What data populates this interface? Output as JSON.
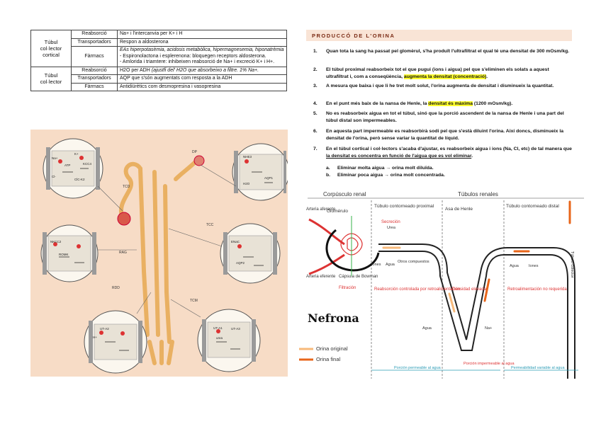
{
  "table": {
    "rows": [
      {
        "segment": "Túbul col·lector cortical",
        "section": "Reabsorció",
        "content": "Na+ i l'intercanvia per K+ i H"
      },
      {
        "section": "Transportadors",
        "content": "Respon a aldosterona"
      },
      {
        "section": "Fàrmacs",
        "content_italic": "EAs hiperpotasèmia, acidosis metabòlica, hipermagnesemia, hiponatrèmia",
        "content_2": "- Espironolactona i esplerenona: bloquegen receptors aldosterona.",
        "content_3": "- Amlorida i triamtere: inhibeixen reabsorció de Na+ i excreció K+ i H+."
      },
      {
        "segment": "Túbul col·lector",
        "section": "Reabsorció",
        "content": "H2O per ADH",
        "content_italic": "(ajustfi del' H2O que absorbeixo a filtre. 1% Na+."
      },
      {
        "section": "Transportadors",
        "content": "AQP que s'són augmentats com resposta a la ADH"
      },
      {
        "section": "Fàrmacs",
        "content": "Antidiürètics com desmopresina i vasopresina"
      }
    ]
  },
  "right": {
    "title": "PRODUCCÓ DE L'ORINA",
    "items": [
      {
        "n": "1.",
        "text": "Quan tota la sang ha passat pel glomèrul, s'ha produït l'ultrafiltrat el qual té una densitat de 300 mOsm/kg."
      },
      {
        "n": "2.",
        "text_a": "El túbul proximal reabsorbeix tot el que pugui (ions i aigua) pel que s'eliminen els solats a aquest ultrafiltrat i, com a conseqüència, ",
        "text_hl": "augmenta la densitat (concentració)",
        "text_b": "."
      },
      {
        "n": "3.",
        "text": "A mesura que baixa i que li he tret molt solut, l'orina augmenta de densitat i disminueix la quantitat."
      },
      {
        "n": "4.",
        "text_a": "En el punt més baix de la nansa de Henle, la ",
        "text_hl": "densitat és màxima",
        "text_b": " (1200 mOsm/kg)."
      },
      {
        "n": "5.",
        "text": "No es reabsorbeix aigua en tot el túbul, sinó que la porció ascendent de la nansa de Henle i una part del túbul distal son impermeables."
      },
      {
        "n": "6.",
        "text": "En aquesta part impermeable es reabsorbirà sodi pel que s'està diluint l'orina. Així doncs, disminueix la densitat de l'orina, però sense variar la quantitat de líquid."
      },
      {
        "n": "7.",
        "text_a": "En el túbul cortical i col·lectors s'acaba d'ajustar, es reabsorbeix aigua i ions (Na, Cl, etc) de tal manera que ",
        "text_ul": "la densitat es concentra en funció de l'aigua que es vol eliminar",
        "text_b": "."
      },
      {
        "n": "a.",
        "text": "Eliminar molta aigua → orina molt diluïda."
      },
      {
        "n": "b.",
        "text": "Eliminar poca aigua → orina molt concentrada."
      }
    ]
  },
  "nephron": {
    "corpuscle_label": "Corpúsculo renal",
    "tubules_label": "Túbulos renales",
    "proximal": "Túbulo contorneado proximal",
    "henle": "Asa de Henle",
    "distal": "Túbulo contorneado distal",
    "collector": "Túbulo colector",
    "afferent": "Arteria aferente",
    "efferent": "Arteria eferente",
    "glomerulus": "Glomérulo",
    "bowman": "Cápsula de Bowman",
    "filtration": "Filtración",
    "secretion": "Secreción",
    "urea": "Urea",
    "ions": "Iones",
    "water": "Agua",
    "others": "Otros compuestos",
    "reabs": "Reabsorción controlada por retroalimentación",
    "density": "Densidad elevada",
    "water2": "Agua",
    "na": "Na+",
    "feedback": "Retroalimentación no requerida",
    "water3": "Agua",
    "ions3": "Iones",
    "title": "Nefrona",
    "legend_orig": "Orina original",
    "legend_final": "Orina final",
    "perm": "Porción permeable al agua",
    "imperm": "Porción impermeable al agua",
    "varperm": "Permeabilidad variable al agua",
    "colors": {
      "orig": "#f7b97a",
      "final": "#e8661a",
      "red": "#d33",
      "green": "#37b34a",
      "teal": "#2a9bb5"
    }
  },
  "left_figure": {
    "segments": [
      "TCD",
      "TCC",
      "RAG",
      "TCM",
      "RDD",
      "DP"
    ],
    "labels": [
      "Na+",
      "K+",
      "Cl-",
      "ATP",
      "KCC4",
      "ClC-K2",
      "NHE3",
      "AQP1",
      "H2O",
      "NKCC2",
      "ROMK",
      "ENaC",
      "AQP2",
      "UT-A1",
      "UT-A2",
      "UT-A3",
      "urea",
      "H+"
    ]
  }
}
